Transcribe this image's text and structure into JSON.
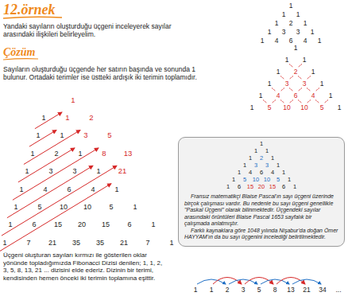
{
  "diagram": {
    "title": "12.örnek",
    "nodes": [
      {
        "text": [
          "Fransız matematikçi Blaise Pascal'ın sayı üçgeni üzerinde birçok çalışması vardır. Bu nedenle bu sayı üçgeni genellikle \"Paskal Üçgeni\" olarak bilinmektedir. Üçgendeki sayılar arasındaki örüntüleri Blaise Pascal 1653 sayfalık bir çalışmada anlatmıştır.",
          "Farklı kaynaklara göre 1048 yılında Nişabur'da doğan Ömer HAYYAM'ın da bu sayı üçgenini incelediği belirtilmektedir."
        ]
      }
    ],
    "labels": [
      "Yandaki sayıların oluşturduğu üçgeni inceleyerek sayılar arasındaki ilişkileri belirleyelim.",
      "1",
      "1",
      "1",
      "1",
      "2",
      "1",
      "1",
      "3",
      "3",
      "1",
      "1",
      "4",
      "6",
      "4",
      "1",
      "Çözüm",
      "Sayıların oluşturduğu üçgende her satırın başında ve sonunda 1 bulunur. Ortadaki terimler ise üstteki ardışık iki terimin toplamıdır.",
      "1",
      "1",
      "1",
      "1",
      "2",
      "1",
      "1",
      "3",
      "3",
      "1",
      "1",
      "4",
      "6",
      "4",
      "1",
      "1",
      "5",
      "10",
      "10",
      "5",
      "1",
      "1",
      "1",
      "1",
      "1",
      "2",
      "1",
      "1",
      "3",
      "3",
      "1",
      "1",
      "4",
      "6",
      "4",
      "1",
      "1",
      "5",
      "10",
      "10",
      "5",
      "1",
      "1",
      "6",
      "15",
      "20",
      "15",
      "6",
      "1",
      "1",
      "7",
      "21",
      "35",
      "35",
      "21",
      "7",
      "1",
      "1",
      "1",
      "2",
      "3",
      "5",
      "8",
      "13",
      "21",
      "Üçgeni oluşturan sayıları kırmızı ile gösterilen oklar yönünde topladığımızda Fibonacci Dizisi denilen; 1, 1, 2, 3, 5, 8, 13, 21 ... dizisini elde ederiz. Dizinin bir terimi, kendisinden hemen önceki iki terimin toplamına eşittir.",
      "1",
      "1",
      "1",
      "1",
      "2",
      "1",
      "1",
      "3",
      "3",
      "1",
      "1",
      "4",
      "6",
      "4",
      "1",
      "1",
      "5",
      "10",
      "10",
      "5",
      "1",
      "1",
      "6",
      "15",
      "20",
      "15",
      "6",
      "1",
      "1",
      "1",
      "2",
      "3",
      "5",
      "8",
      "13",
      "21",
      "34",
      "..."
    ]
  }
}
